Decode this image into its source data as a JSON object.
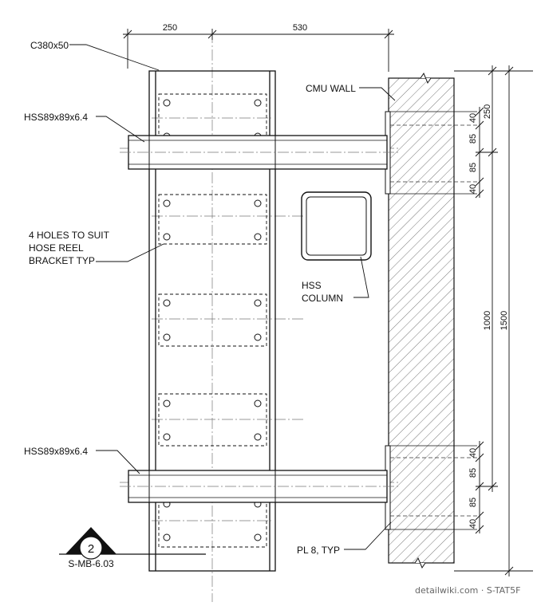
{
  "labels": {
    "channel": "C380x50",
    "hss_top": "HSS89x89x6.4",
    "hss_bottom": "HSS89x89x6.4",
    "holes_line1": "4 HOLES TO SUIT",
    "holes_line2": "HOSE REEL",
    "holes_line3": "BRACKET TYP",
    "cmu_wall": "CMU WALL",
    "hss_col_line1": "HSS",
    "hss_col_line2": "COLUMN",
    "plate": "PL 8, TYP"
  },
  "dimensions": {
    "top_left": "250",
    "top_right": "530",
    "r_40a": "40",
    "r_85a": "85",
    "r_250": "250",
    "r_85b": "85",
    "r_40b": "40",
    "r_40c": "40",
    "r_85c": "85",
    "r_85d": "85",
    "r_40d": "40",
    "r_1000": "1000",
    "r_1500": "1500"
  },
  "section_marker": {
    "number": "2",
    "sheet": "S-MB-6.03"
  },
  "watermark": "detailwiki.com · S-TAT5F",
  "colors": {
    "line": "#111111",
    "hatch": "#555555"
  }
}
